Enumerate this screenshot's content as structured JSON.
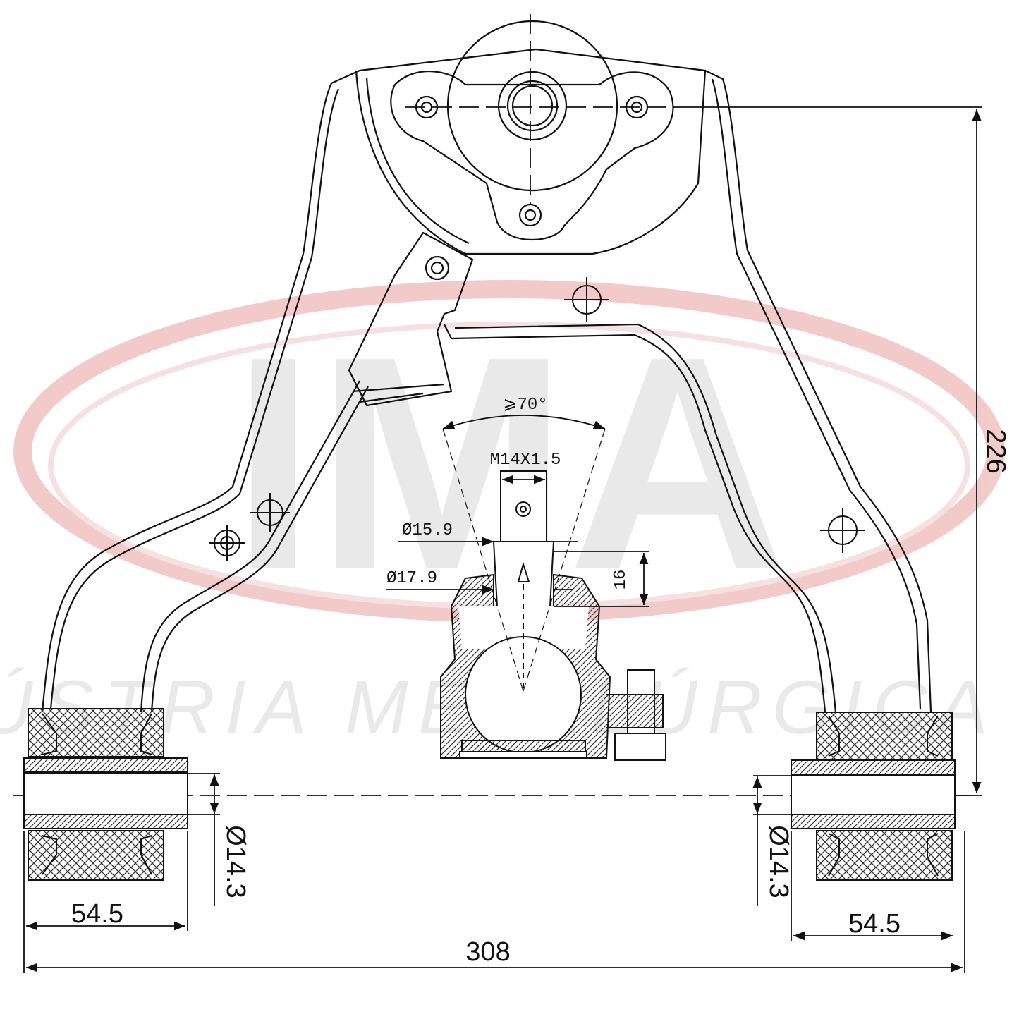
{
  "watermark": {
    "logo": "IMA",
    "tagline": "INDÚSTRIA METALÚRGICA ALLI",
    "ring_color": "#e8a0a0",
    "logo_color": "#d8d8d8"
  },
  "dimensions": {
    "height": "226",
    "overall_width": "308",
    "left_bushing_width": "54.5",
    "right_bushing_width": "54.5",
    "left_bushing_bore": "Ø14.3",
    "right_bushing_bore": "Ø14.3",
    "ball_joint_angle": "⩾70°",
    "thread": "M14X1.5",
    "taper_small_dia": "Ø15.9",
    "taper_large_dia": "Ø17.9",
    "taper_length": "16"
  },
  "colors": {
    "line": "#111111",
    "hatch": "#333333"
  }
}
